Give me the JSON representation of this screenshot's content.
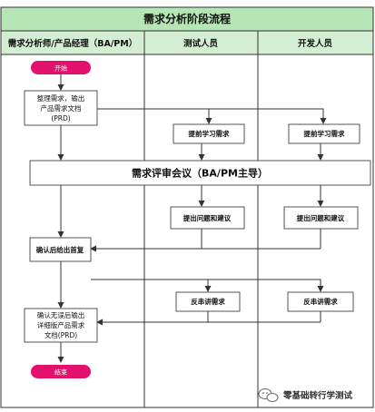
{
  "title": "需求分析阶段流程",
  "lanes": [
    {
      "label": "需求分析师/产品经理（BA/PM）"
    },
    {
      "label": "测试人员"
    },
    {
      "label": "开发人员"
    }
  ],
  "nodes": {
    "start": "开始",
    "organize": [
      "整理需求，输出",
      "产品需求文档",
      "(PRD)"
    ],
    "prestudy_test": "提前学习需求",
    "prestudy_dev": "提前学习需求",
    "review": "需求评审会议（BA/PM主导）",
    "issues_test": "提出问题和建议",
    "issues_dev": "提出问题和建议",
    "confirm_draft": "确认后给出首复",
    "reverse_test": "反串讲需求",
    "reverse_dev": "反串讲需求",
    "final": [
      "确认无误后输出",
      "详细版产品需求",
      "文档(PRD)"
    ],
    "end": "结束"
  },
  "watermark": "零基础转行学测试",
  "colors": {
    "title_bg": "#b6e5b6",
    "header_bg": "#d3eed3",
    "border": "#333333",
    "pill": "#e4106e"
  },
  "icons": {
    "watermark": "wechat-icon"
  }
}
